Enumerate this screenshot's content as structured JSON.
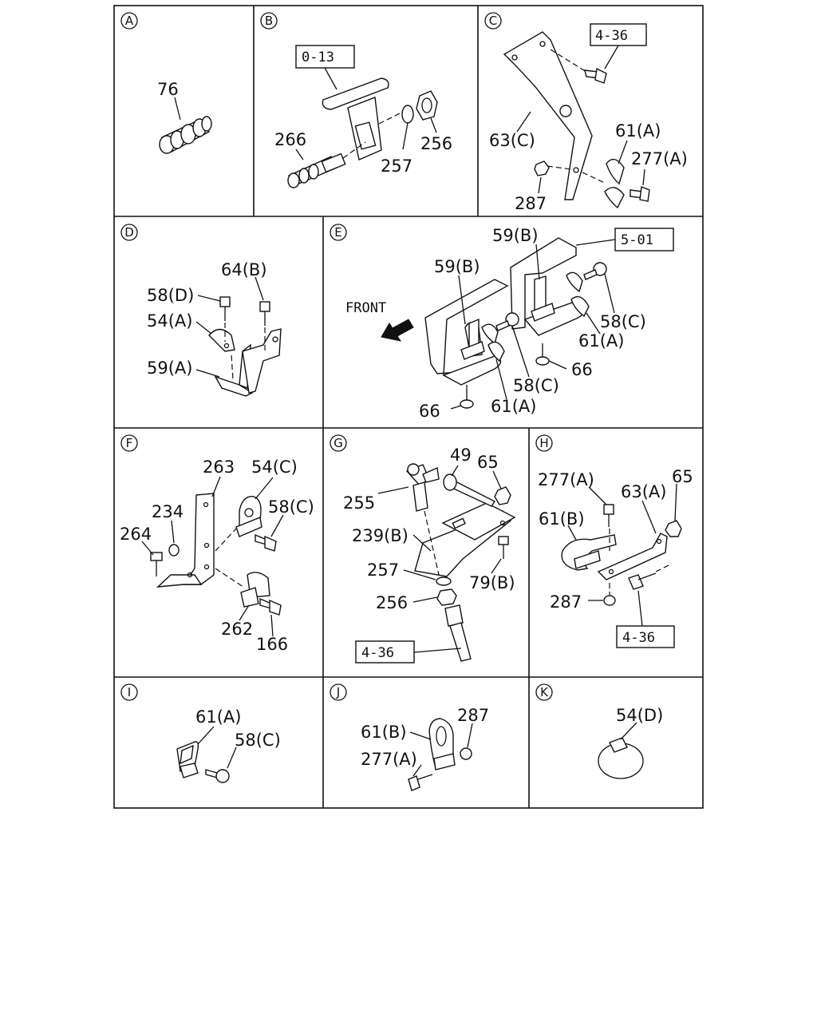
{
  "panels": {
    "A": {
      "letter": "A",
      "parts": [
        "76"
      ]
    },
    "B": {
      "letter": "B",
      "refs": [
        "0-13"
      ],
      "parts": [
        "266",
        "257",
        "256"
      ]
    },
    "C": {
      "letter": "C",
      "refs": [
        "4-36"
      ],
      "parts": [
        "63(C)",
        "61(A)",
        "277(A)",
        "287"
      ]
    },
    "D": {
      "letter": "D",
      "parts": [
        "64(B)",
        "58(D)",
        "54(A)",
        "59(A)"
      ]
    },
    "E": {
      "letter": "E",
      "front": "FRONT",
      "refs": [
        "5-01"
      ],
      "parts": [
        "59(B)",
        "59(B)",
        "58(C)",
        "61(A)",
        "66",
        "58(C)",
        "66",
        "61(A)"
      ]
    },
    "F": {
      "letter": "F",
      "parts": [
        "263",
        "54(C)",
        "234",
        "58(C)",
        "264",
        "262",
        "166"
      ]
    },
    "G": {
      "letter": "G",
      "refs": [
        "4-36"
      ],
      "parts": [
        "49",
        "65",
        "255",
        "239(B)",
        "257",
        "79(B)",
        "256"
      ]
    },
    "H": {
      "letter": "H",
      "refs": [
        "4-36"
      ],
      "parts": [
        "277(A)",
        "65",
        "63(A)",
        "61(B)",
        "287"
      ]
    },
    "I": {
      "letter": "I",
      "parts": [
        "61(A)",
        "58(C)"
      ]
    },
    "J": {
      "letter": "J",
      "parts": [
        "287",
        "61(B)",
        "277(A)"
      ]
    },
    "K": {
      "letter": "K",
      "parts": [
        "54(D)"
      ]
    }
  }
}
